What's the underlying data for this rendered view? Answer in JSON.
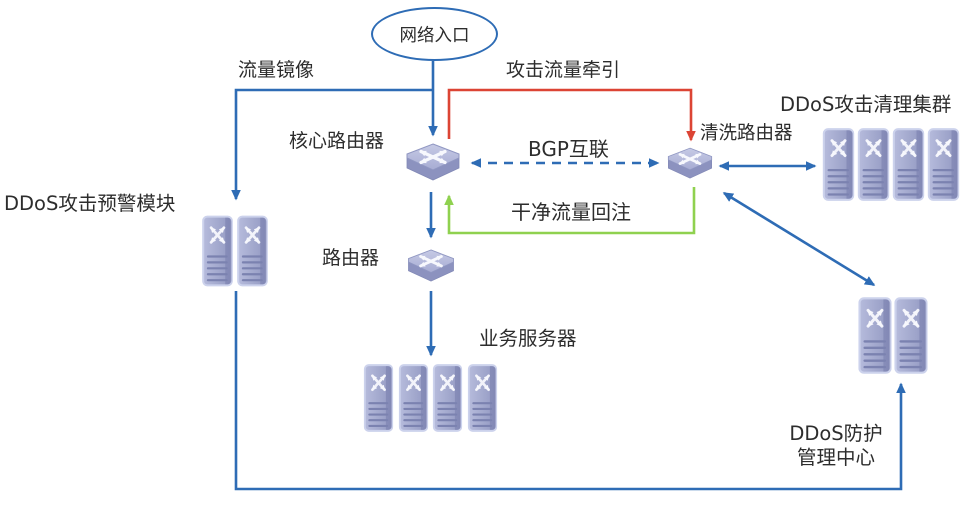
{
  "colors": {
    "line_blue": "#2e6cb5",
    "line_red": "#dc4434",
    "line_green": "#8fd14f",
    "icon_fill": "#a4aacd",
    "text": "#2d2d2d"
  },
  "nodes": {
    "network_entry": {
      "label": "网络入口"
    },
    "core_router": {
      "label": "核心路由器"
    },
    "cleaning_router": {
      "label": "清洗路由器"
    },
    "router": {
      "label": "路由器"
    },
    "warning_module": {
      "label": "DDoS攻击预警模块",
      "server_count": 2
    },
    "cleaning_cluster": {
      "label": "DDoS攻击清理集群",
      "server_count": 4
    },
    "business_servers": {
      "label": "业务服务器",
      "server_count": 4
    },
    "management_center": {
      "label_line1": "DDoS防护",
      "label_line2": "管理中心",
      "server_count": 2
    }
  },
  "edges": {
    "traffic_mirror": {
      "label": "流量镜像"
    },
    "attack_traffic_pull": {
      "label": "攻击流量牵引"
    },
    "bgp_interconnect": {
      "label": "BGP互联"
    },
    "clean_traffic_reinject": {
      "label": "干净流量回注"
    }
  }
}
